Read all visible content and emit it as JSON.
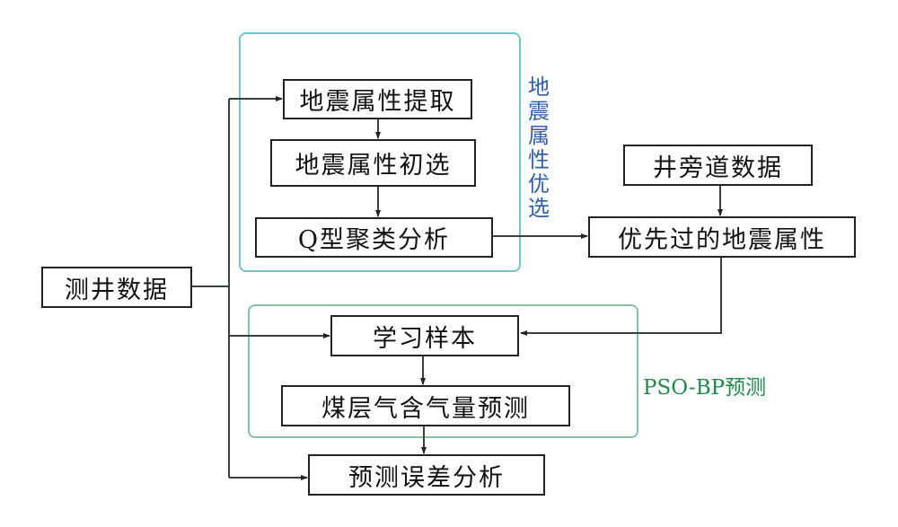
{
  "groups": {
    "seismic_optimization": {
      "label_chars": [
        "地",
        "震",
        "属",
        "性",
        "优",
        "选"
      ],
      "label": "地震属性优选",
      "border_color": "#74c3cb",
      "label_color": "#2f5fa8"
    },
    "pso_bp": {
      "label": "PSO-BP预测",
      "border_color": "#86c2a2",
      "label_color": "#1e8a4a"
    }
  },
  "nodes": {
    "well_log_data": "测井数据",
    "seismic_attr_extract": "地震属性提取",
    "seismic_attr_prelim": "地震属性初选",
    "q_cluster": "Q型聚类分析",
    "well_side_trace": "井旁道数据",
    "optimized_attrs": "优先过的地震属性",
    "learning_samples": "学习样本",
    "gas_content_pred": "煤层气含气量预测",
    "pred_error": "预测误差分析"
  },
  "edges": [
    {
      "from": "well_log_data",
      "to": "seismic_attr_extract"
    },
    {
      "from": "well_log_data",
      "to": "learning_samples"
    },
    {
      "from": "well_log_data",
      "to": "pred_error"
    },
    {
      "from": "seismic_attr_extract",
      "to": "seismic_attr_prelim"
    },
    {
      "from": "seismic_attr_prelim",
      "to": "q_cluster"
    },
    {
      "from": "q_cluster",
      "to": "optimized_attrs"
    },
    {
      "from": "well_side_trace",
      "to": "optimized_attrs"
    },
    {
      "from": "optimized_attrs",
      "to": "learning_samples"
    },
    {
      "from": "learning_samples",
      "to": "gas_content_pred"
    },
    {
      "from": "gas_content_pred",
      "to": "pred_error"
    }
  ]
}
